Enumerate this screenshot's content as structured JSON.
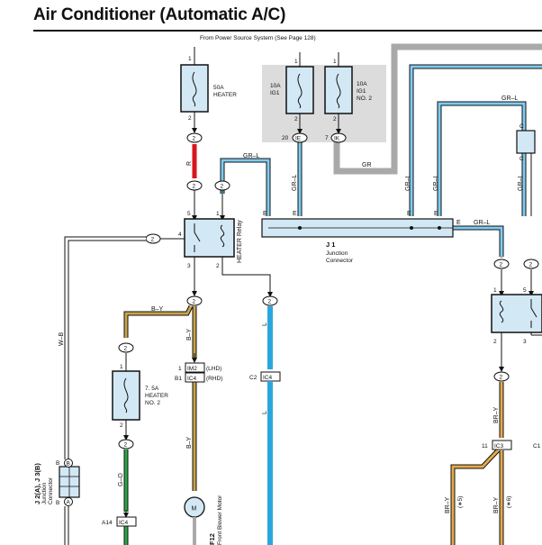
{
  "title": "Air Conditioner (Automatic A/C)",
  "power_source": "From Power Source System (See Page 128)",
  "fuses": {
    "heater": {
      "amp": "50A",
      "name": "HEATER"
    },
    "ig1": {
      "amp": "10A",
      "name": "IG1"
    },
    "ig1_no2": {
      "amp": "10A",
      "name1": "IG1",
      "name2": "NO. 2"
    },
    "heater_no2": {
      "amp": "7. 5A",
      "name1": "HEATER",
      "name2": "NO. 2"
    }
  },
  "relay": {
    "name": "HEATER Relay"
  },
  "junction": {
    "id": "J 1",
    "line1": "Junction",
    "line2": "Connector"
  },
  "j2": {
    "id": "J 2(A), J 3(B)",
    "line1": "Junction",
    "line2": "Connector"
  },
  "motor": {
    "id": "F12",
    "name": "Front Blower Motor"
  },
  "connectors": {
    "ie": "IE",
    "ik": "IK",
    "im2": "IM2",
    "ic4": "IC4",
    "ic3": "IC3",
    "lhd": "(LHD)",
    "rhd": "(RHD)"
  },
  "wire_colors": {
    "r": "R",
    "gr_l": "GR–L",
    "gr": "GR",
    "b_y": "B–Y",
    "l": "L",
    "w_b": "W–B",
    "g_o": "G–O",
    "br_y": "BR–Y"
  },
  "notes": {
    "n5": "(∗5)",
    "n6": "(∗6)"
  },
  "pins": {
    "p1": "1",
    "p2": "2",
    "p3": "3",
    "p4": "4",
    "p5": "5",
    "p7": "7",
    "p11": "11",
    "p20": "20",
    "pe": "E",
    "pc": "C",
    "pa": "A",
    "pb": "B",
    "b1": "B1",
    "c2": "C2",
    "a14": "A14",
    "c1": "C1"
  },
  "colors": {
    "red": "#d9141c",
    "blue": "#2aa7df",
    "gold": "#c8a44a",
    "green": "#29a846",
    "grey": "#a9a9a9",
    "box": "#d3e8f5",
    "shade": "#dcdcdc"
  }
}
